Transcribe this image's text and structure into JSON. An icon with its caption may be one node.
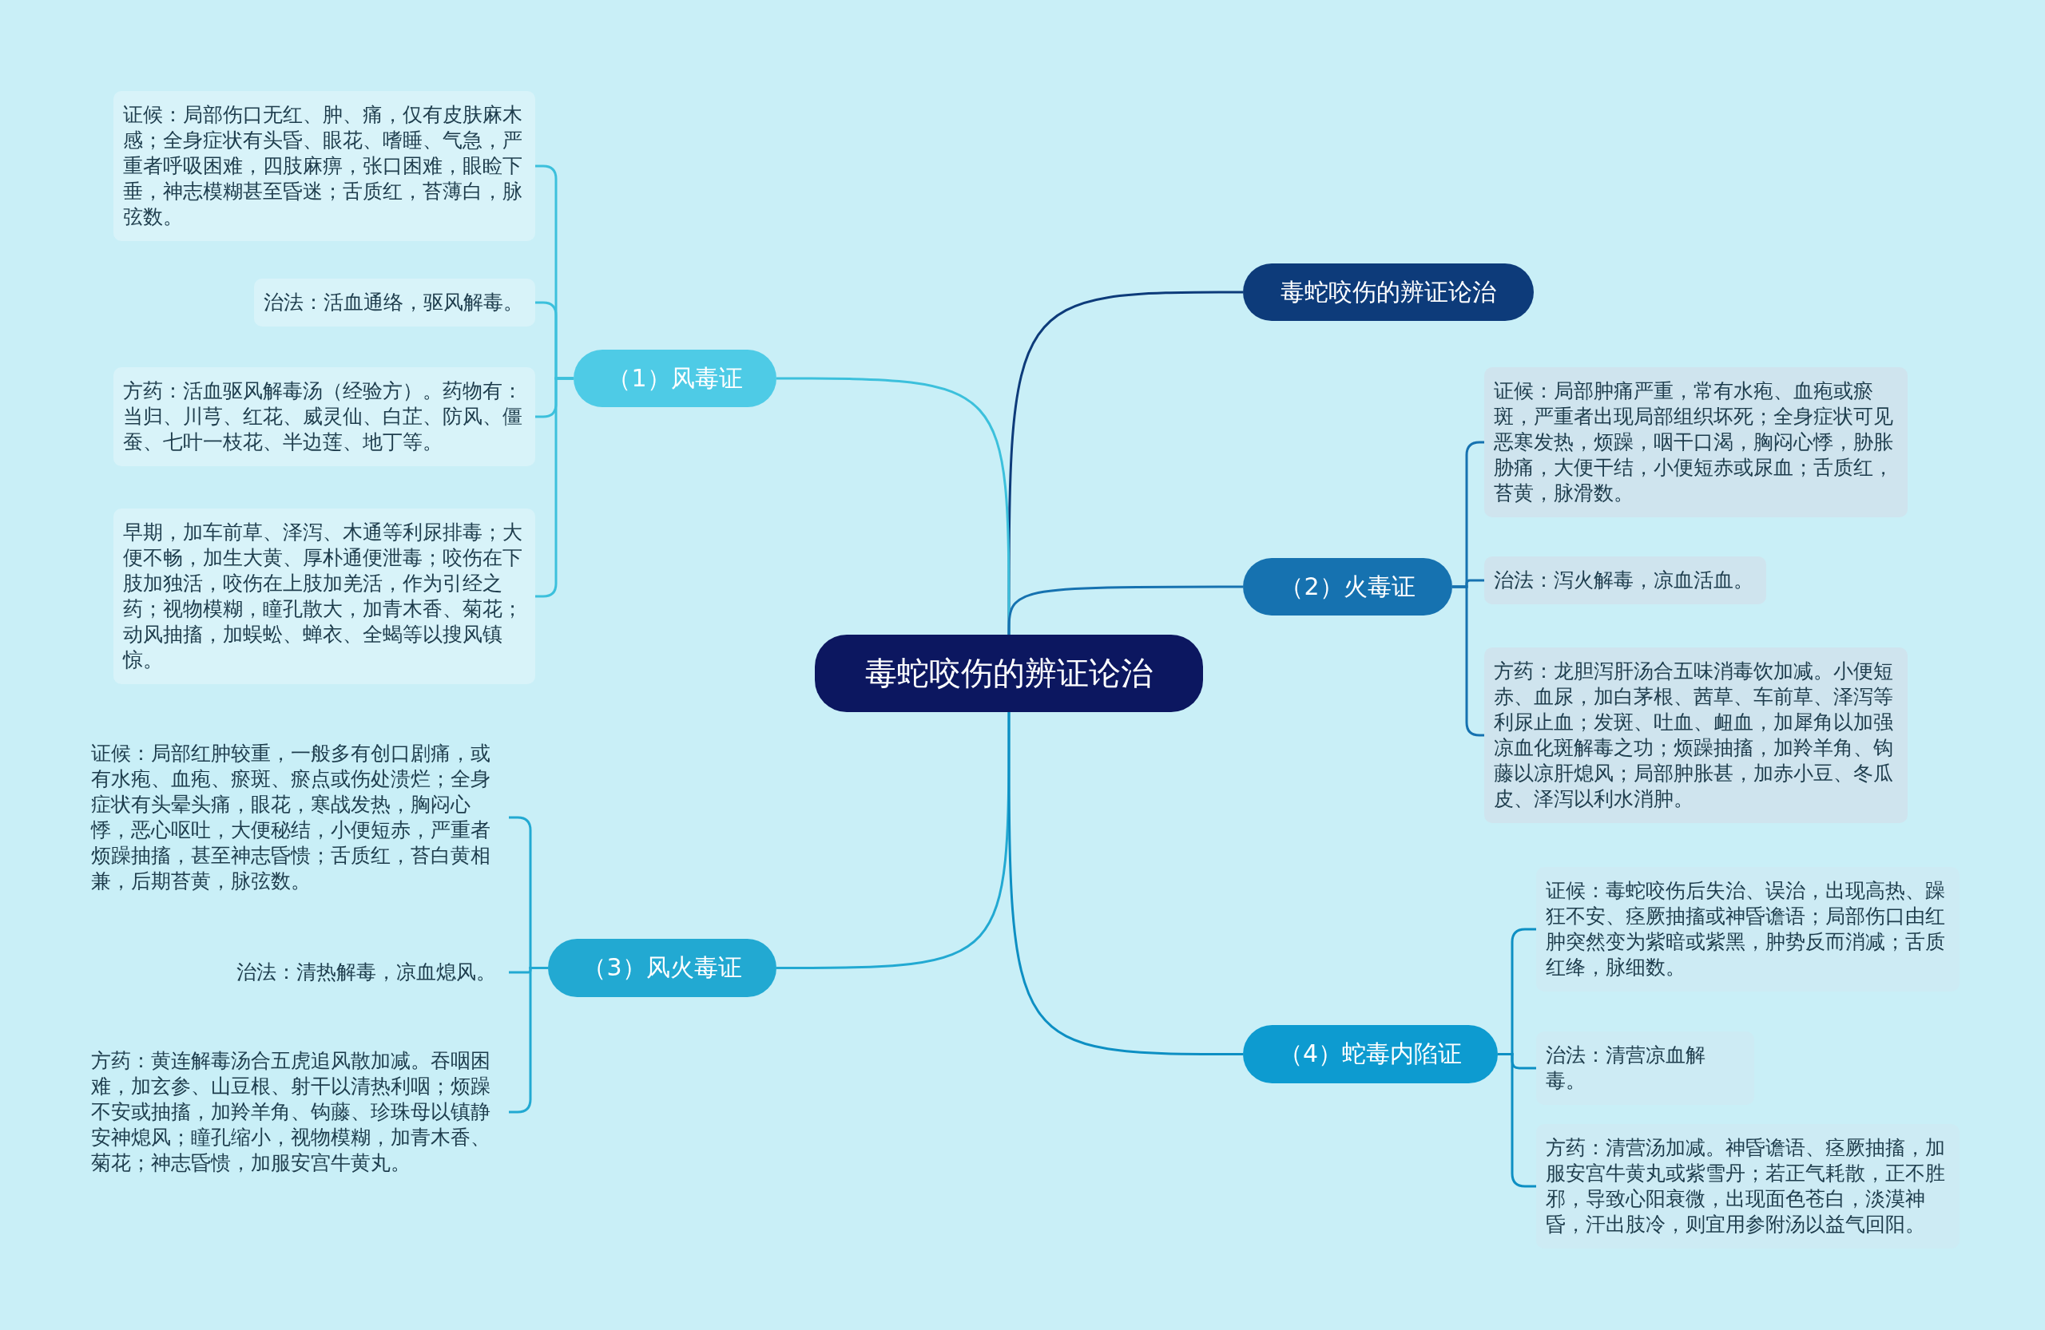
{
  "diagram": {
    "nodes": [
      {
        "text": [
          "毒蛇咬伤的辨证论治"
        ]
      },
      {
        "text": [
          "毒蛇咬伤的辨证论治"
        ]
      },
      {
        "text": [
          "（1）风毒证"
        ]
      },
      {
        "text": [
          "证候：局部伤口无红、肿、痛，仅有皮肤麻木感；全身症状有头昏、眼花、嗜睡、气急，严重者呼吸困难，四肢麻痹，张口困难，眼睑下垂，神志模糊甚至昏迷；舌质红，苔薄白，脉弦数。"
        ]
      },
      {
        "text": [
          "治法：活血通络，驱风解毒。"
        ]
      },
      {
        "text": [
          "方药：活血驱风解毒汤（经验方）。药物有：当归、川芎、红花、威灵仙、白芷、防风、僵蚕、七叶一枝花、半边莲、地丁等。"
        ]
      },
      {
        "text": [
          "早期，加车前草、泽泻、木通等利尿排毒；大便不畅，加生大黄、厚朴通便泄毒；咬伤在下肢加独活，咬伤在上肢加羌活，作为引经之药；视物模糊，瞳孔散大，加青木香、菊花；动风抽搐，加蜈蚣、蝉衣、全蝎等以搜风镇惊。"
        ]
      },
      {
        "text": [
          "（2）火毒证"
        ]
      },
      {
        "text": [
          "证候：局部肿痛严重，常有水疱、血疱或瘀斑，严重者出现局部组织坏死；全身症状可见恶寒发热，烦躁，咽干口渴，胸闷心悸，胁胀胁痛，大便干结，小便短赤或尿血；舌质红，苔黄，脉滑数。"
        ]
      },
      {
        "text": [
          "治法：泻火解毒，凉血活血。"
        ]
      },
      {
        "text": [
          "方药：龙胆泻肝汤合五味消毒饮加减。小便短赤、血尿，加白茅根、茜草、车前草、泽泻等利尿止血；发斑、吐血、衄血，加犀角以加强凉血化斑解毒之功；烦躁抽搐，加羚羊角、钩藤以凉肝熄风；局部肿胀甚，加赤小豆、冬瓜皮、泽泻以利水消肿。"
        ]
      },
      {
        "text": [
          "（3）风火毒证"
        ]
      },
      {
        "text": [
          "证候：局部红肿较重，一般多有创口剧痛，或有水疱、血疱、瘀斑、瘀点或伤处溃烂；全身症状有头晕头痛，眼花，寒战发热，胸闷心悸，恶心呕吐，大便秘结，小便短赤，严重者烦躁抽搐，甚至神志昏愦；舌质红，苔白黄相兼，后期苔黄，脉弦数。"
        ]
      },
      {
        "text": [
          "治法：清热解毒，凉血熄风。"
        ]
      },
      {
        "text": [
          "方药：黄连解毒汤合五虎追风散加减。吞咽困难，加玄参、山豆根、射干以清热利咽；烦躁不安或抽搐，加羚羊角、钩藤、珍珠母以镇静安神熄风；瞳孔缩小，视物模糊，加青木香、菊花；神志昏愦，加服安宫牛黄丸。"
        ]
      },
      {
        "text": [
          "（4）蛇毒内陷证"
        ]
      },
      {
        "text": [
          "证候：毒蛇咬伤后失治、误治，出现高热、躁狂不安、痉厥抽搐或神昏谵语；局部伤口由红肿突然变为紫暗或紫黑，肿势反而消减；舌质红绛，脉细数。"
        ]
      },
      {
        "text": [
          "治法：清营凉血解毒。"
        ]
      },
      {
        "text": [
          "方药：清营汤加减。神昏谵语、痉厥抽搐，加服安宫牛黄丸或紫雪丹；若正气耗散，正不胜邪，导致心阳衰微，出现面色苍白，淡漠神昏，汗出肢冷，则宜用参附汤以益气回阳。"
        ]
      }
    ],
    "edges": [
      {
        "from": 0,
        "to": 1,
        "arrow": "none",
        "color": "#0d3b7a"
      },
      {
        "from": 0,
        "to": 2,
        "arrow": "none",
        "color": "#3cc0dc"
      },
      {
        "from": 2,
        "to": 3,
        "arrow": "none",
        "color": "#3cc0dc"
      },
      {
        "from": 2,
        "to": 4,
        "arrow": "none",
        "color": "#3cc0dc"
      },
      {
        "from": 2,
        "to": 5,
        "arrow": "none",
        "color": "#3cc0dc"
      },
      {
        "from": 2,
        "to": 6,
        "arrow": "none",
        "color": "#3cc0dc"
      },
      {
        "from": 0,
        "to": 7,
        "arrow": "none",
        "color": "#1672b0"
      },
      {
        "from": 7,
        "to": 8,
        "arrow": "none",
        "color": "#1672b0"
      },
      {
        "from": 7,
        "to": 9,
        "arrow": "none",
        "color": "#1672b0"
      },
      {
        "from": 7,
        "to": 10,
        "arrow": "none",
        "color": "#1672b0"
      },
      {
        "from": 0,
        "to": 11,
        "arrow": "none",
        "color": "#22a9d2"
      },
      {
        "from": 11,
        "to": 12,
        "arrow": "none",
        "color": "#22a9d2"
      },
      {
        "from": 11,
        "to": 13,
        "arrow": "none",
        "color": "#22a9d2"
      },
      {
        "from": 11,
        "to": 14,
        "arrow": "none",
        "color": "#22a9d2"
      },
      {
        "from": 0,
        "to": 15,
        "arrow": "none",
        "color": "#0d8fc3"
      },
      {
        "from": 15,
        "to": 16,
        "arrow": "none",
        "color": "#0d8fc3"
      },
      {
        "from": 15,
        "to": 17,
        "arrow": "none",
        "color": "#0d8fc3"
      },
      {
        "from": 15,
        "to": 18,
        "arrow": "none",
        "color": "#0d8fc3"
      }
    ]
  }
}
